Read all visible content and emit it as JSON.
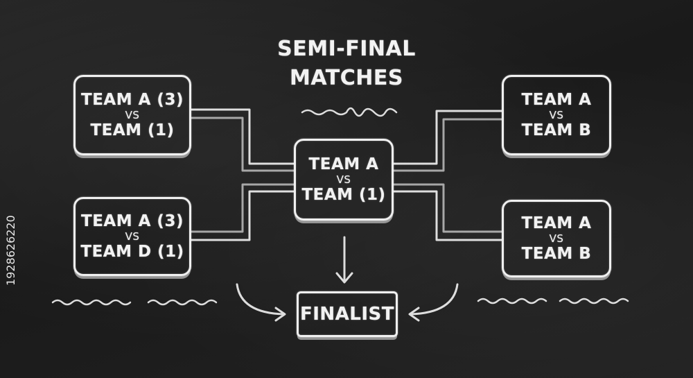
{
  "title": {
    "line1": "SEMI-FINAL",
    "line2": "MATCHES"
  },
  "matches": {
    "top_left": {
      "team1": "TEAM A (3)",
      "vs": "VS",
      "team2": "TEAM (1)"
    },
    "bottom_left": {
      "team1": "TEAM A (3)",
      "vs": "VS",
      "team2": "TEAM D (1)"
    },
    "center": {
      "team1": "TEAM A",
      "vs": "VS",
      "team2": "TEAM (1)"
    },
    "top_right": {
      "team1": "TEAM A",
      "vs": "VS",
      "team2": "TEAM B"
    },
    "bottom_right": {
      "team1": "TEAM A",
      "vs": "VS",
      "team2": "TEAM B"
    }
  },
  "finalist": {
    "label": "FINALIST"
  },
  "stock_id": "1928626220",
  "colors": {
    "chalk": "#f2f2f2",
    "board": "#1f1f1f"
  }
}
